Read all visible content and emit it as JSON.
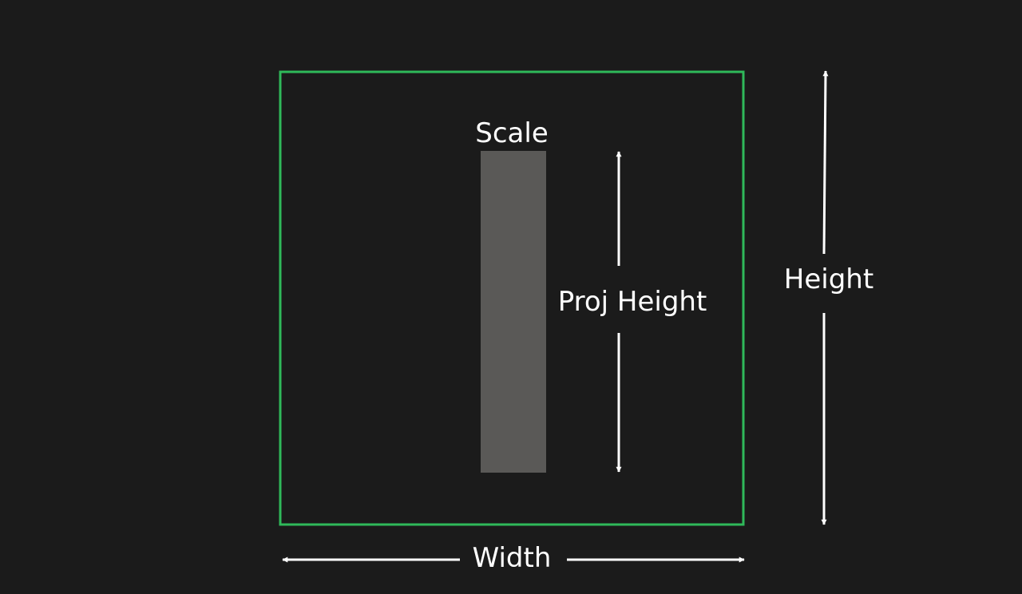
{
  "diagram": {
    "scale_label": "Scale",
    "proj_height_label": "Proj Height",
    "height_label": "Height",
    "width_label": "Width"
  },
  "colors": {
    "background": "#1b1b1b",
    "frame": "#2fb95a",
    "bar": "#5a5957",
    "arrow": "#ffffff",
    "text": "#ffffff"
  }
}
